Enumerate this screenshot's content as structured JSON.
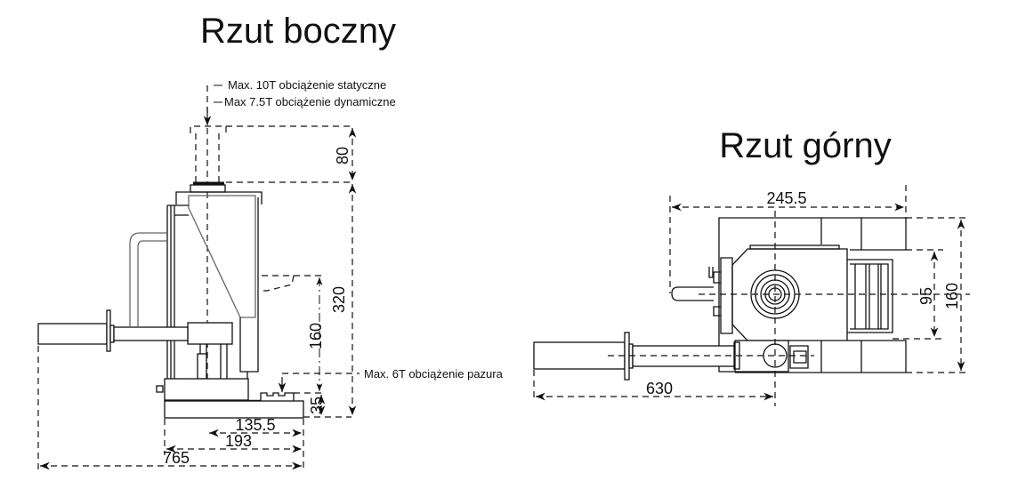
{
  "side_view": {
    "title": "Rzut boczny",
    "notes": {
      "static_load": "Max. 10T obciążenie statyczne",
      "dynamic_load": "Max 7.5T obciążenie dynamiczne",
      "claw_load": "Max. 6T obciążenie pazura"
    },
    "dimensions": {
      "stroke": "80",
      "height": "320",
      "claw_height": "160",
      "claw_min": "35",
      "center_to_front": "135.5",
      "base_length": "193",
      "overall_length": "765"
    }
  },
  "top_view": {
    "title": "Rzut górny",
    "dimensions": {
      "width": "245.5",
      "inner_width": "95",
      "overall_width": "160",
      "handle_length": "630"
    }
  }
}
